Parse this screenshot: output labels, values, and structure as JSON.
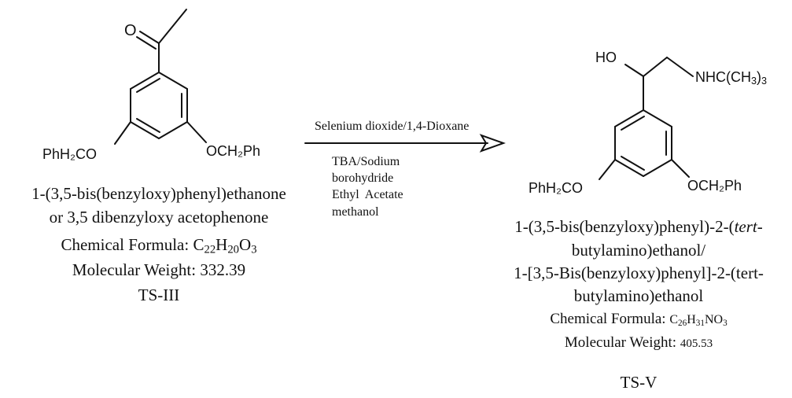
{
  "reactant": {
    "atoms": {
      "carbonyl_o": "O",
      "left_sub": "PhH₂CO",
      "right_sub": "OCH₂Ph"
    },
    "name_line1": "1-(3,5-bis(benzyloxy)phenyl)ethanone",
    "name_line2": "or 3,5 dibenzyloxy acetophenone",
    "formula_label": "Chemical Formula: ",
    "formula": {
      "c": "C",
      "c_n": "22",
      "h": "H",
      "h_n": "20",
      "o": "O",
      "o_n": "3"
    },
    "mw_label": "Molecular Weight: ",
    "mw_value": "332.39",
    "code": "TS-III"
  },
  "conditions": {
    "above_arrow": "Selenium dioxide/1,4-Dioxane",
    "below_arrow": [
      "TBA/Sodium",
      "borohydride",
      "Ethyl  Acetate",
      "methanol"
    ]
  },
  "product": {
    "atoms": {
      "hydroxyl": "HO",
      "amine_prefix": "NHC(CH",
      "amine_sub": "3",
      "amine_close": ")",
      "amine_sub2": "3",
      "left_sub": "PhH₂CO",
      "right_sub": "OCH₂Ph"
    },
    "name_line1_pre": "1-(3,5-bis(benzyloxy)phenyl)-2-(",
    "name_line1_italic": "tert",
    "name_line1_post": "-",
    "name_line2": "butylamino)ethanol/",
    "name_line3": "1-[3,5-Bis(benzyloxy)phenyl]-2-(tert-",
    "name_line4": "butylamino)ethanol",
    "formula_label": "Chemical Formula: ",
    "formula": {
      "c": "C",
      "c_n": "26",
      "h": "H",
      "h_n": "31",
      "n": "N",
      "o": "O",
      "o_n": "3"
    },
    "mw_label": "Molecular Weight: ",
    "mw_value": "405.53",
    "code": "TS-V"
  }
}
